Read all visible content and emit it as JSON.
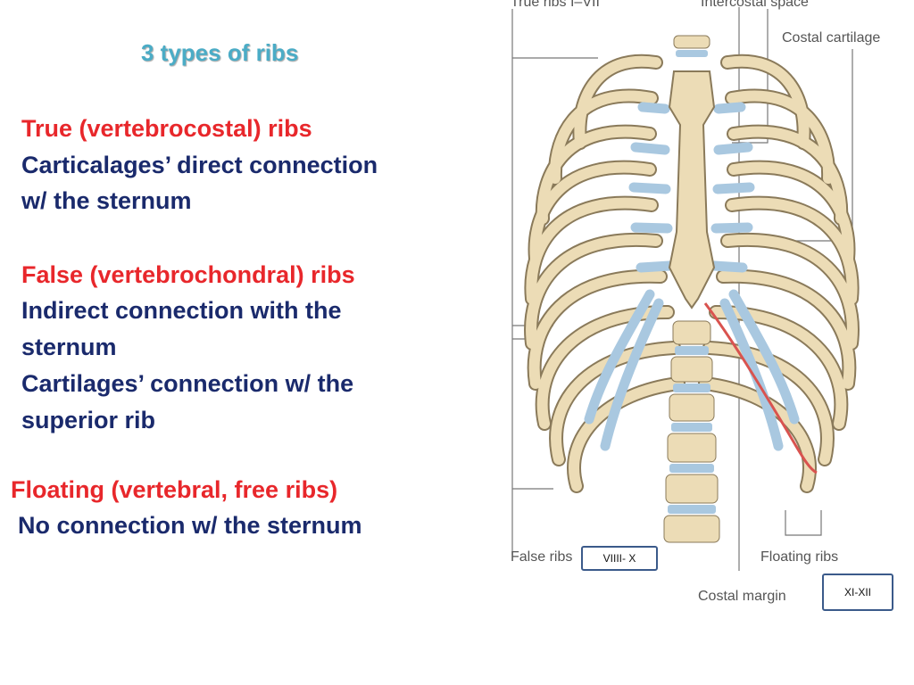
{
  "slide": {
    "title": "3  types of ribs",
    "true_ribs": {
      "heading": "True (vertebrocostal) ribs",
      "line1": "Carticalages’ direct connection",
      "line2": "w/ the sternum"
    },
    "false_ribs": {
      "heading": "False (vertebrochondral) ribs",
      "line1": "Indirect connection with the",
      "line2": "sternum",
      "line3": "Cartilages’ connection w/ the",
      "line4": "superior rib"
    },
    "floating_ribs": {
      "heading": "Floating (vertebral, free ribs)",
      "line1": "No connection w/ the sternum"
    }
  },
  "figure": {
    "labels": {
      "true_ribs": "True ribs I–VII",
      "intercostal_space": "Intercostal space",
      "costal_cartilage": "Costal cartilage",
      "false_ribs": "False ribs",
      "floating_ribs": "Floating ribs",
      "costal_margin": "Costal margin"
    },
    "boxes": {
      "false_range": "VIIII- X",
      "floating_range": "XI-XII"
    },
    "colors": {
      "bone": "#ecdcb6",
      "cartilage": "#a9c8e0",
      "margin": "#d9534f"
    }
  }
}
